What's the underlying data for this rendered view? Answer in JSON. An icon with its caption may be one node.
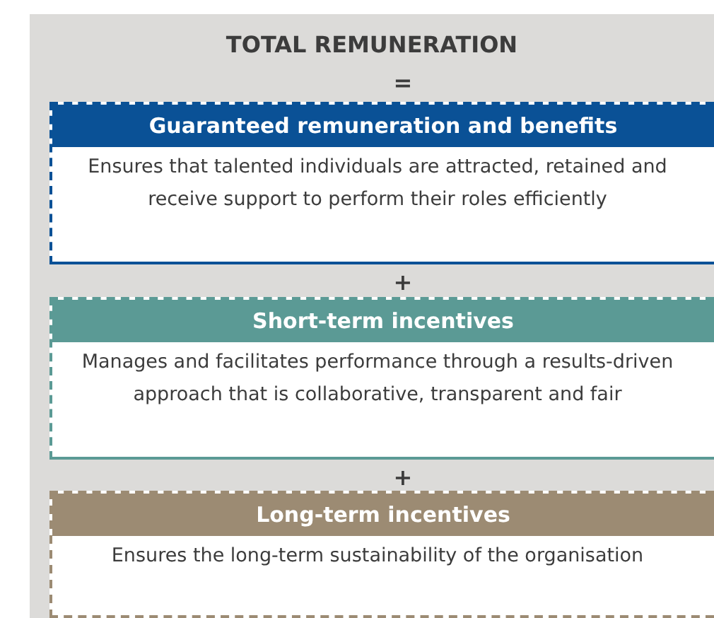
{
  "diagram": {
    "nodes": [
      {
        "text": [
          "TOTAL REMUNERATION"
        ]
      },
      {
        "text": [
          "Guaranteed remuneration and benefits",
          "Ensures that talented individuals are attracted, retained and receive support to perform their roles efficiently"
        ],
        "in": 0
      },
      {
        "text": [
          "Short-term incentives",
          "Manages and facilitates performance through a results-driven approach that is collaborative, transparent and fair"
        ],
        "in": 0
      },
      {
        "text": [
          "Long-term incentives",
          "Ensures the long-term sustainability of the organisation"
        ],
        "in": 0
      }
    ],
    "labels": [
      "=",
      "+",
      "+"
    ]
  }
}
